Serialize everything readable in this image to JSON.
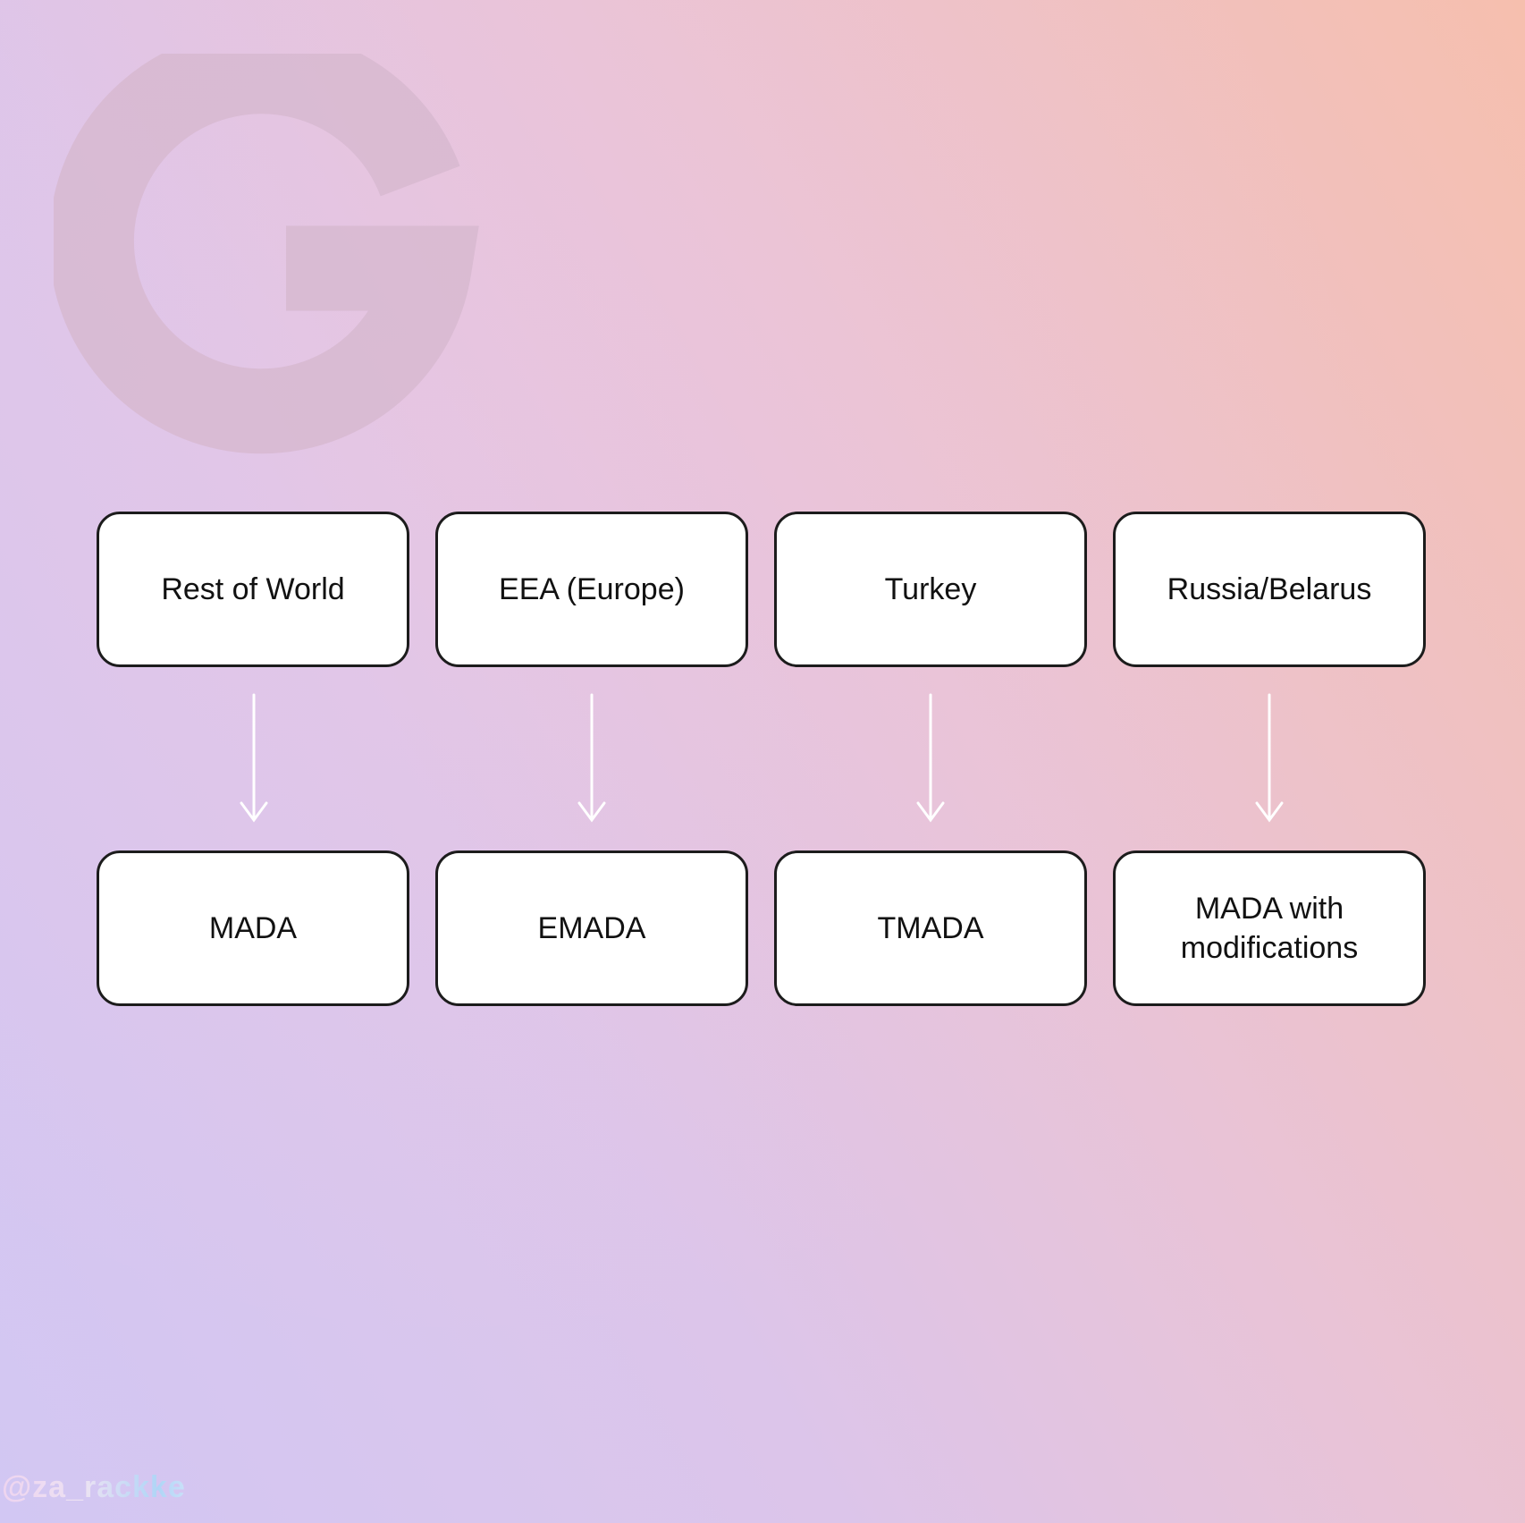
{
  "flow": {
    "regions": [
      {
        "region": "Rest of World",
        "agreement": [
          "MADA"
        ]
      },
      {
        "region": "EEA (Europe)",
        "agreement": [
          "EMADA"
        ]
      },
      {
        "region": "Turkey",
        "agreement": [
          "TMADA"
        ]
      },
      {
        "region": "Russia/Belarus",
        "agreement": [
          "MADA with",
          "modifications"
        ]
      }
    ]
  },
  "watermark": {
    "handle": "@za_rackke"
  },
  "colors": {
    "box_fill": "#ffffff",
    "box_border": "#1c1c1c",
    "arrow": "#ffffff",
    "logo": "#d7b8d0"
  },
  "icons": {
    "logo": "google-g-logo",
    "connector": "arrow-down-icon"
  }
}
